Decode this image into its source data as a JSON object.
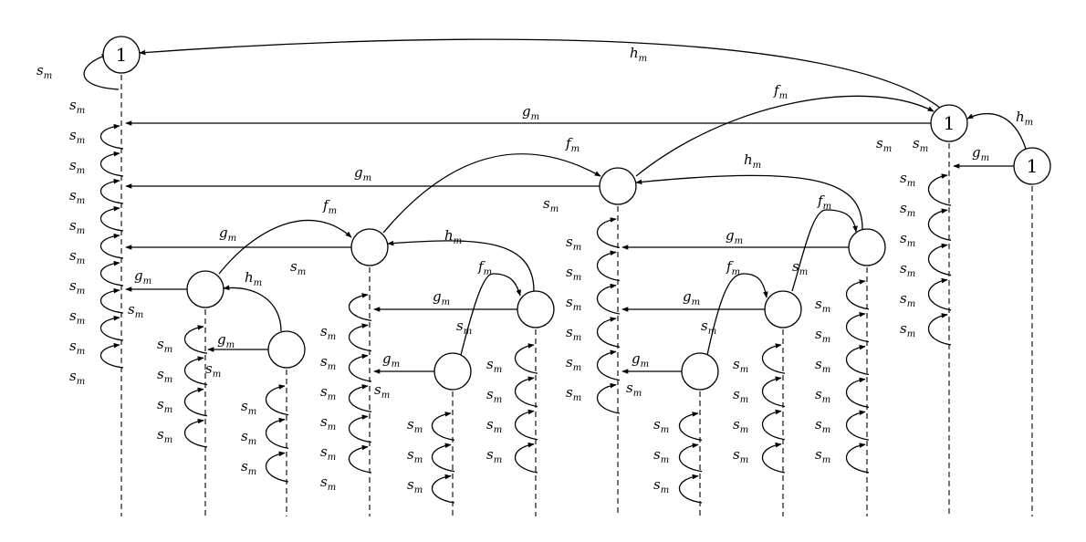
{
  "diagram": {
    "edge_labels": {
      "s": "s",
      "g": "g",
      "f": "f",
      "h": "h",
      "subscript": "m"
    },
    "node_labels": [
      "1",
      "1",
      "1",
      "",
      "",
      "",
      "",
      "",
      "",
      "",
      "",
      ""
    ]
  }
}
